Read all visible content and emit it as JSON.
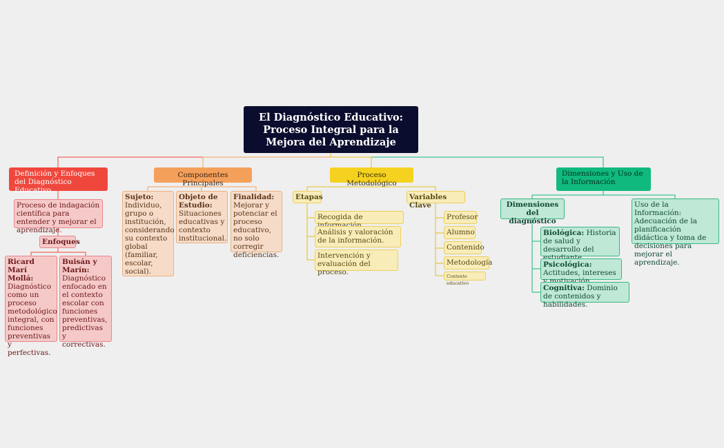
{
  "root": {
    "line1": "El Diagnóstico Educativo:",
    "line2": "Proceso Integral para la",
    "line3": "Mejora del Aprendizaje"
  },
  "branches": {
    "definicion": {
      "title": "Definición y Enfoques del Diagnóstico Educativo",
      "description": "Proceso de indagación científica para entender y mejorar el aprendizaje.",
      "enfoques_label": "Enfoques",
      "cards": [
        {
          "heading": "Ricard Marí Mollá:",
          "text": "Diagnóstico como un proceso metodológico integral, con funciones preventivas y perfectivas."
        },
        {
          "heading": "Buisán y Marín:",
          "text": "Diagnóstico enfocado en el contexto escolar con funciones preventivas, predictivas y correctivas."
        }
      ]
    },
    "componentes": {
      "title": "Componentes Principales",
      "items": [
        {
          "heading": "Sujeto:",
          "text": "Individuo, grupo o institución, considerando su contexto global (familiar, escolar, social)."
        },
        {
          "heading": "Objeto de Estudio:",
          "text": "Situaciones educativas y contexto institucional."
        },
        {
          "heading": "Finalidad:",
          "text": "Mejorar y potenciar el proceso educativo, no solo corregir deficiencias."
        }
      ]
    },
    "proceso": {
      "title": "Proceso Metodológico",
      "etapas_label": "Etapas",
      "etapas": [
        "Recogida de información.",
        "Análisis y valoración de la información.",
        "Intervención y evaluación del proceso."
      ],
      "variables_label": "Variables Clave",
      "variables": [
        "Profesor",
        "Alumno",
        "Contenido",
        "Metodología",
        "Contexto educativo"
      ]
    },
    "dimensiones": {
      "title": "Dimensiones y Uso de la Información",
      "dim_label": "Dimensiones del diagnóstico",
      "dims": [
        {
          "heading": "Biológica:",
          "text": "Historia de salud y desarrollo del estudiante."
        },
        {
          "heading": "Psicológica:",
          "text": "Actitudes, intereses y motivación."
        },
        {
          "heading": "Cognitiva:",
          "text": "Dominio de contenidos y habilidades."
        }
      ],
      "uso_heading": "Uso de la Información:",
      "uso_text": "Adecuación de la planificación didáctica y toma de decisiones para mejorar el aprendizaje."
    }
  },
  "colors": {
    "root": "#0b0d2e",
    "red": "#f0473d",
    "orange": "#f4a05a",
    "yellow": "#f5d21f",
    "green": "#10b97d",
    "background": "#efefef"
  }
}
